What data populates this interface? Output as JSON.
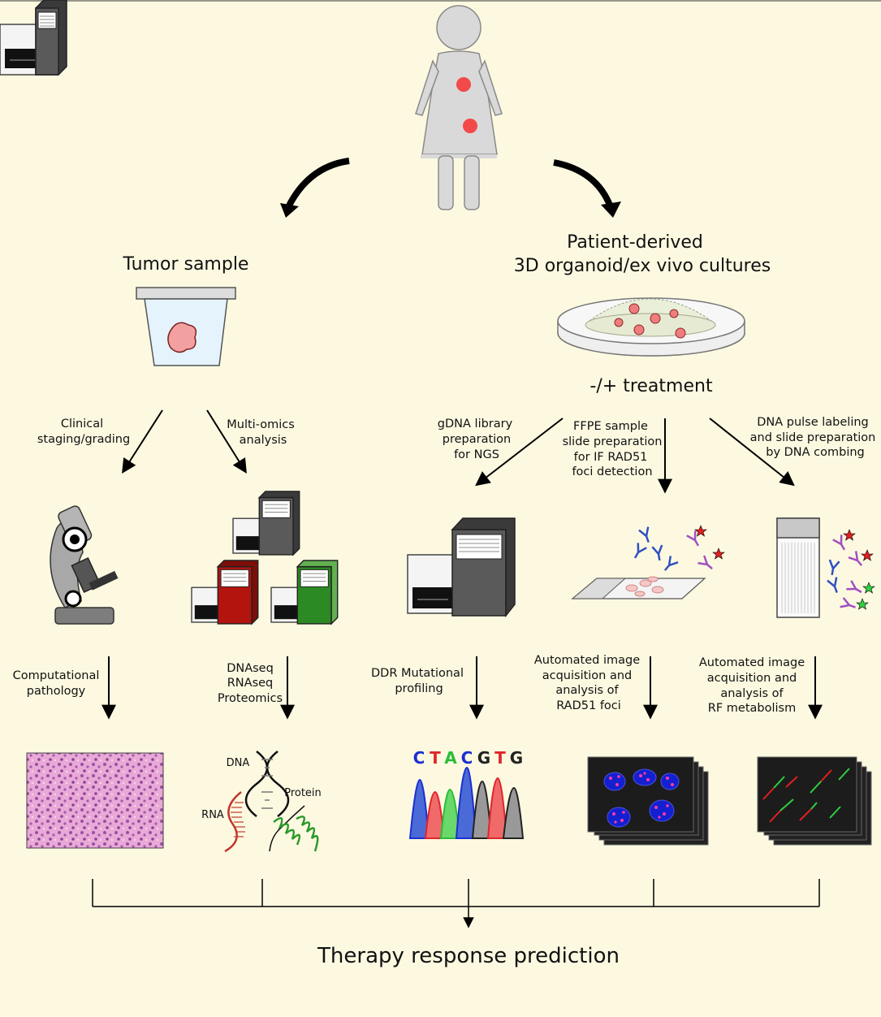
{
  "left_branch": {
    "title": "Tumor sample",
    "route_clinical": [
      "Clinical",
      "staging/grading"
    ],
    "route_omics": [
      "Multi-omics",
      "analysis"
    ],
    "output_pathology": [
      "Computational",
      "pathology"
    ],
    "output_omics": [
      "DNAseq",
      "RNAseq",
      "Proteomics"
    ],
    "omics_labels": {
      "dna": "DNA",
      "rna": "RNA",
      "protein": "Protein"
    }
  },
  "right_branch": {
    "title": [
      "Patient-derived",
      "3D organoid/ex vivo cultures"
    ],
    "treatment": "-/+ treatment",
    "route_gdna": [
      "gDNA library",
      "preparation",
      "for NGS"
    ],
    "route_ffpe": [
      "FFPE sample",
      "slide preparation",
      "for IF RAD51",
      "foci detection"
    ],
    "route_combing": [
      "DNA pulse labeling",
      "and slide preparation",
      "by DNA combing"
    ],
    "output_ddr": [
      "DDR Mutational",
      "profiling"
    ],
    "output_rad51": [
      "Automated image",
      "acquisition and",
      "analysis of",
      "RAD51 foci"
    ],
    "output_rf": [
      "Automated image",
      "acquisition and",
      "analysis of",
      "RF metabolism"
    ],
    "sequence_letters": [
      {
        "letter": "C",
        "color": "#1b2fd1"
      },
      {
        "letter": "T",
        "color": "#e0262a"
      },
      {
        "letter": "A",
        "color": "#2bbd3a"
      },
      {
        "letter": "C",
        "color": "#1b2fd1"
      },
      {
        "letter": "G",
        "color": "#222222"
      },
      {
        "letter": "T",
        "color": "#e0262a"
      },
      {
        "letter": "G",
        "color": "#222222"
      }
    ]
  },
  "conclusion": "Therapy response prediction",
  "colors": {
    "background": "#fdf9e1",
    "figure": "#d9d9d9",
    "tumor": "#f24a4a",
    "seq_red": "#b3140e",
    "seq_green": "#2b8a23",
    "seq_gray": "#5a5a5a"
  },
  "icons": [
    "patient-figure-icon",
    "sample-cup-icon",
    "petri-dish-icon",
    "microscope-icon",
    "sequencer-icon",
    "slide-icon",
    "antibody-icon",
    "histology-image",
    "dna-helix-icon",
    "chromatogram-icon",
    "fluorescence-stack-icon"
  ]
}
